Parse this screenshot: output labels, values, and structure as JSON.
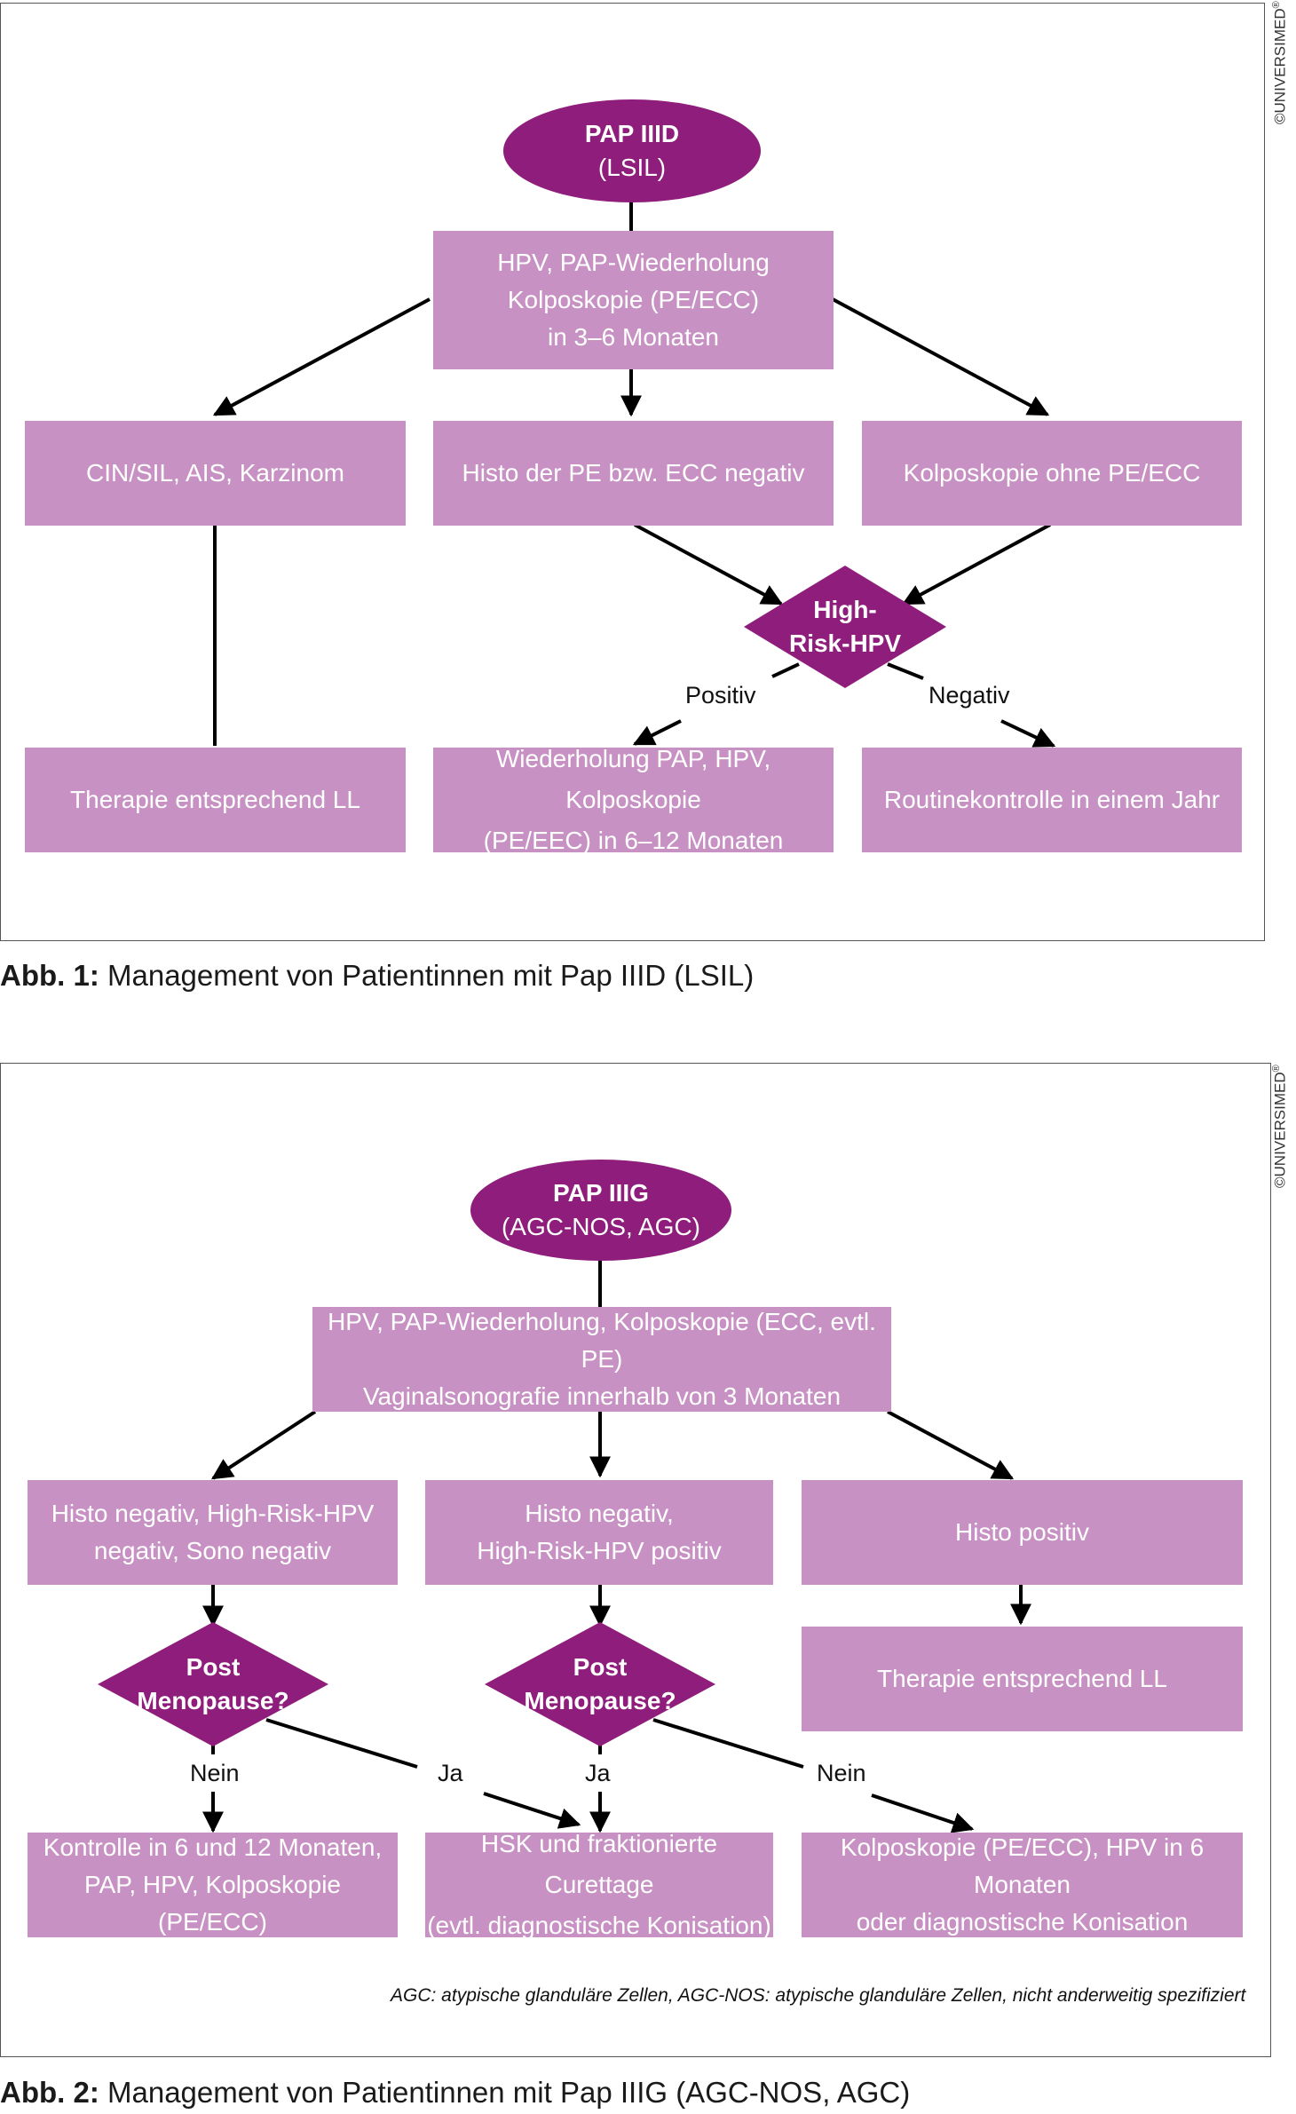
{
  "colors": {
    "light_node": "#c792c3",
    "dark_node": "#8e1d7b",
    "connector": "#000000"
  },
  "copyright": {
    "symbol": "©",
    "text": "UNIVERSIMED",
    "mark": "®"
  },
  "fig1": {
    "start": {
      "title": "PAP IIID",
      "subtitle": "(LSIL)"
    },
    "step": "HPV, PAP-Wiederholung\nKolposkopie (PE/ECC)\nin 3–6 Monaten",
    "left": "CIN/SIL, AIS, Karzinom",
    "middle": "Histo der PE bzw. ECC negativ",
    "right": "Kolposkopie ohne PE/ECC",
    "decision": "High-\nRisk-HPV",
    "label_pos": "Positiv",
    "label_neg": "Negativ",
    "out_left": "Therapie entsprechend LL",
    "out_mid": "Wiederholung PAP, HPV, Kolposkopie\n(PE/EEC) in 6–12 Monaten",
    "out_right": "Routinekontrolle in einem Jahr",
    "caption_bold": "Abb. 1:",
    "caption_text": " Management von Patientinnen mit Pap IIID (LSIL)"
  },
  "fig2": {
    "start": {
      "title": "PAP IIIG",
      "subtitle": "(AGC-NOS, AGC)"
    },
    "step": "HPV, PAP-Wiederholung, Kolposkopie (ECC, evtl. PE)\nVaginalsonografie innerhalb von 3 Monaten",
    "left": "Histo negativ, High-Risk-HPV\nnegativ, Sono negativ",
    "middle": "Histo negativ,\nHigh-Risk-HPV positiv",
    "right": "Histo positiv",
    "right_out": "Therapie entsprechend LL",
    "decision1": "Post\nMenopause?",
    "decision2": "Post\nMenopause?",
    "label_nein1": "Nein",
    "label_ja1": "Ja",
    "label_ja2": "Ja",
    "label_nein2": "Nein",
    "out_left": "Kontrolle in 6 und 12 Monaten,\nPAP, HPV, Kolposkopie (PE/ECC)",
    "out_mid": "HSK und fraktionierte Curettage\n(evtl. diagnostische Konisation)",
    "out_right": "Kolposkopie (PE/ECC), HPV in 6 Monaten\noder diagnostische Konisation",
    "footnote": "AGC: atypische glanduläre Zellen, AGC-NOS: atypische glanduläre Zellen, nicht anderweitig spezifiziert",
    "caption_bold": "Abb. 2:",
    "caption_text": " Management von Patientinnen mit Pap IIIG (AGC-NOS, AGC)"
  }
}
